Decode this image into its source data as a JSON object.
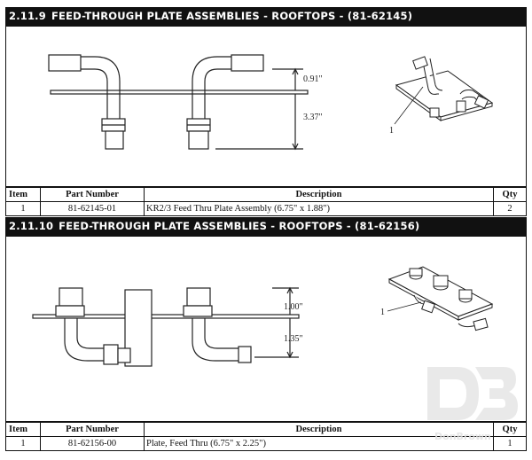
{
  "sections": [
    {
      "number": "2.11.9",
      "title": "FEED-THROUGH PLATE ASSEMBLIES - ROOFTOPS - (81-62145)",
      "dims": [
        "0.91\"",
        "3.37\""
      ],
      "callout": "1",
      "table": {
        "headers": [
          "Item",
          "Part Number",
          "Description",
          "Qty"
        ],
        "rows": [
          {
            "item": "1",
            "part": "81-62145-01",
            "desc": "KR2/3 Feed Thru Plate Assembly (6.75\" x 1.88\")",
            "qty": "2"
          }
        ]
      }
    },
    {
      "number": "2.11.10",
      "title": "FEED-THROUGH PLATE ASSEMBLIES - ROOFTOPS - (81-62156)",
      "dims": [
        "1.00\"",
        "1.35\""
      ],
      "callout": "1",
      "table": {
        "headers": [
          "Item",
          "Part Number",
          "Description",
          "Qty"
        ],
        "rows": [
          {
            "item": "1",
            "part": "81-62156-00",
            "desc": "Plate, Feed Thru (6.75\" x 2.25\")",
            "qty": "1"
          }
        ]
      }
    }
  ],
  "watermark": {
    "icon": "db-logo-icon",
    "text": "DonBrown"
  }
}
